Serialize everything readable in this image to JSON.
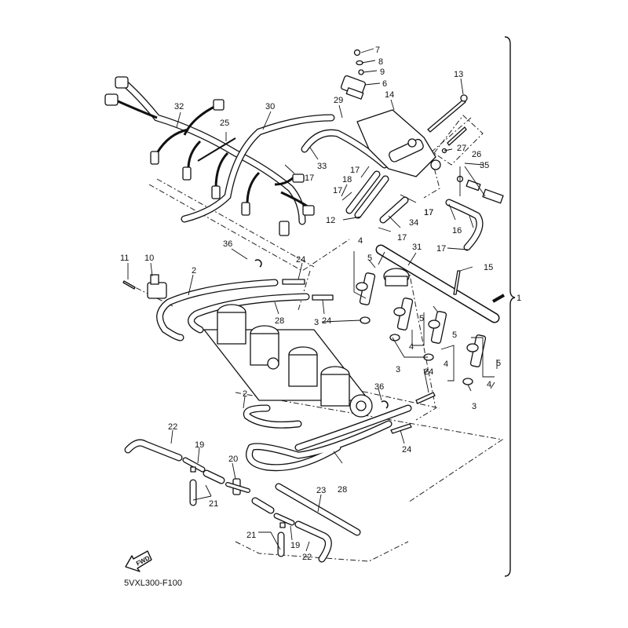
{
  "diagram": {
    "title": "Throttle body / fuel injection assembly exploded parts diagram",
    "drawing_code": "5VXL300-F100",
    "fwd_label": "FWD",
    "assembly_bracket_label": "1",
    "callouts": [
      {
        "id": "c1",
        "label": "1"
      },
      {
        "id": "c2a",
        "label": "2"
      },
      {
        "id": "c2b",
        "label": "2"
      },
      {
        "id": "c3a",
        "label": "3"
      },
      {
        "id": "c3b",
        "label": "3"
      },
      {
        "id": "c3c",
        "label": "3"
      },
      {
        "id": "c4a",
        "label": "4"
      },
      {
        "id": "c4b",
        "label": "4"
      },
      {
        "id": "c4c",
        "label": "4"
      },
      {
        "id": "c4d",
        "label": "4"
      },
      {
        "id": "c5a",
        "label": "5"
      },
      {
        "id": "c5b",
        "label": "5"
      },
      {
        "id": "c5c",
        "label": "5"
      },
      {
        "id": "c5d",
        "label": "5"
      },
      {
        "id": "c6",
        "label": "6"
      },
      {
        "id": "c7",
        "label": "7"
      },
      {
        "id": "c8",
        "label": "8"
      },
      {
        "id": "c9",
        "label": "9"
      },
      {
        "id": "c10",
        "label": "10"
      },
      {
        "id": "c11",
        "label": "11"
      },
      {
        "id": "c12",
        "label": "12"
      },
      {
        "id": "c13",
        "label": "13"
      },
      {
        "id": "c14",
        "label": "14"
      },
      {
        "id": "c15",
        "label": "15"
      },
      {
        "id": "c16",
        "label": "16"
      },
      {
        "id": "c17a",
        "label": "17"
      },
      {
        "id": "c17b",
        "label": "17"
      },
      {
        "id": "c17c",
        "label": "17"
      },
      {
        "id": "c17d",
        "label": "17"
      },
      {
        "id": "c17e",
        "label": "17"
      },
      {
        "id": "c17f",
        "label": "17"
      },
      {
        "id": "c17g",
        "label": "17"
      },
      {
        "id": "c18",
        "label": "18"
      },
      {
        "id": "c19a",
        "label": "19"
      },
      {
        "id": "c19b",
        "label": "19"
      },
      {
        "id": "c20",
        "label": "20"
      },
      {
        "id": "c21a",
        "label": "21"
      },
      {
        "id": "c21b",
        "label": "21"
      },
      {
        "id": "c22a",
        "label": "22"
      },
      {
        "id": "c22b",
        "label": "22"
      },
      {
        "id": "c23",
        "label": "23"
      },
      {
        "id": "c24a",
        "label": "24"
      },
      {
        "id": "c24b",
        "label": "24"
      },
      {
        "id": "c24c",
        "label": "24"
      },
      {
        "id": "c24d",
        "label": "24"
      },
      {
        "id": "c25",
        "label": "25"
      },
      {
        "id": "c26",
        "label": "26"
      },
      {
        "id": "c27",
        "label": "27"
      },
      {
        "id": "c28a",
        "label": "28"
      },
      {
        "id": "c28b",
        "label": "28"
      },
      {
        "id": "c29",
        "label": "29"
      },
      {
        "id": "c30",
        "label": "30"
      },
      {
        "id": "c31",
        "label": "31"
      },
      {
        "id": "c32",
        "label": "32"
      },
      {
        "id": "c33",
        "label": "33"
      },
      {
        "id": "c34",
        "label": "34"
      },
      {
        "id": "c35",
        "label": "35"
      },
      {
        "id": "c36a",
        "label": "36"
      },
      {
        "id": "c36b",
        "label": "36"
      }
    ]
  }
}
